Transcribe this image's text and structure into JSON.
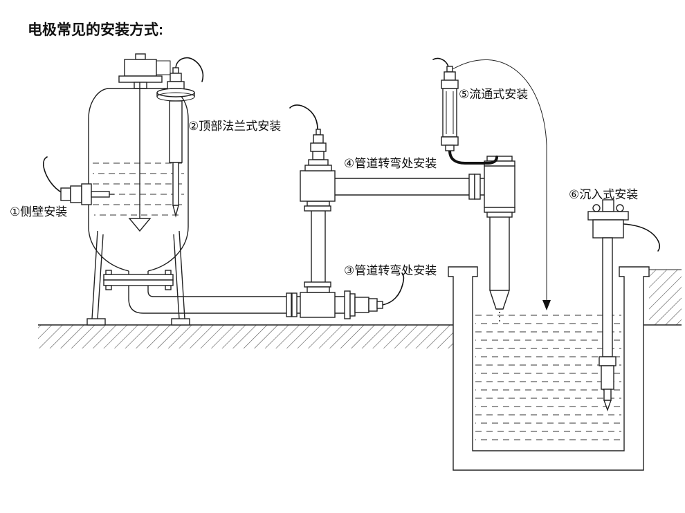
{
  "page": {
    "background": "#ffffff",
    "line_color": "#222222"
  },
  "title": "电极常见的安装方式:",
  "installations": {
    "side_wall": {
      "label": "①侧壁安装"
    },
    "top_flange": {
      "label": "②顶部法兰式安装"
    },
    "pipe_bend_lower": {
      "label": "③管道转弯处安装"
    },
    "pipe_bend_upper": {
      "label": "④管道转弯处安装"
    },
    "flow_through": {
      "label": "⑤流通式安装"
    },
    "submersion": {
      "label": "⑥沉入式安装"
    }
  }
}
